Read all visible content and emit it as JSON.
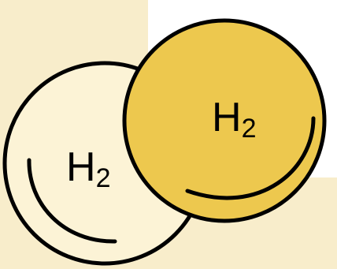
{
  "illustration": {
    "molecules": [
      {
        "formula_main": "H",
        "formula_sub": "2"
      },
      {
        "formula_main": "H",
        "formula_sub": "2"
      }
    ]
  },
  "colors": {
    "background_cream": "#F8EDCB",
    "left_circle_fill": "#FCF3D6",
    "right_circle_fill": "#EDC84E",
    "outline": "#000000",
    "white": "#FFFFFF"
  }
}
